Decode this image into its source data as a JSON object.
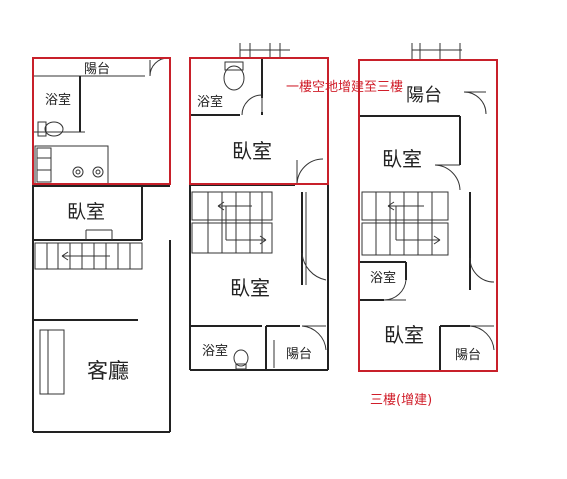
{
  "plan_left": {
    "balcony": "陽台",
    "bath": "浴室",
    "bedroom": "臥室",
    "living": "客廳"
  },
  "plan_middle": {
    "bath_top": "浴室",
    "bedroom_top": "臥室",
    "bedroom_mid": "臥室",
    "bath_bottom": "浴室",
    "balcony": "陽台",
    "note": "一樓空地增建至三樓"
  },
  "plan_right": {
    "balcony_top": "陽台",
    "bedroom_top": "臥室",
    "bath": "浴室",
    "bedroom_bottom": "臥室",
    "balcony_bottom": "陽台",
    "caption": "三樓(增建)"
  },
  "colors": {
    "highlight": "#c8202a",
    "wall": "#222222"
  }
}
